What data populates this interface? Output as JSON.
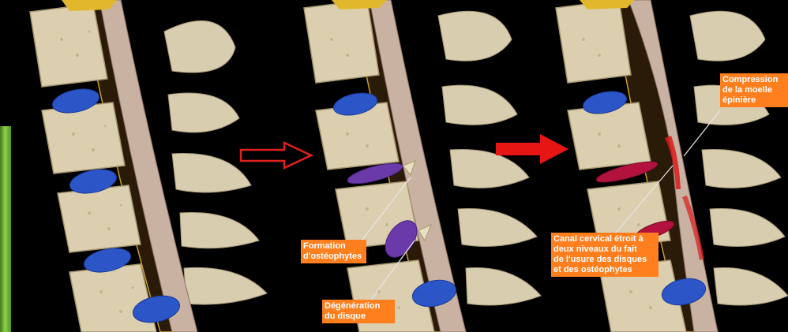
{
  "annotations": {
    "osteophytes": "Formation\nd'ostéophytes",
    "disc_degeneration": "Dégénération\ndu disque",
    "narrow_canal": "Canal cervical étroit à\ndeux niveaux du fait\nde l'usure des disques\net des ostéophytes",
    "cord_compression": "Compression\nde la moelle\népinière"
  },
  "colors": {
    "label_bg": "#ff7f1e",
    "healthy_disc": "#2c55c8",
    "degenerated_disc": "#6a3aa8",
    "damaged_disc": "#b3123e",
    "arrow_outline": "#e02020",
    "arrow_filled": "#e81515"
  },
  "stages": [
    "healthy",
    "degeneration",
    "compression"
  ]
}
